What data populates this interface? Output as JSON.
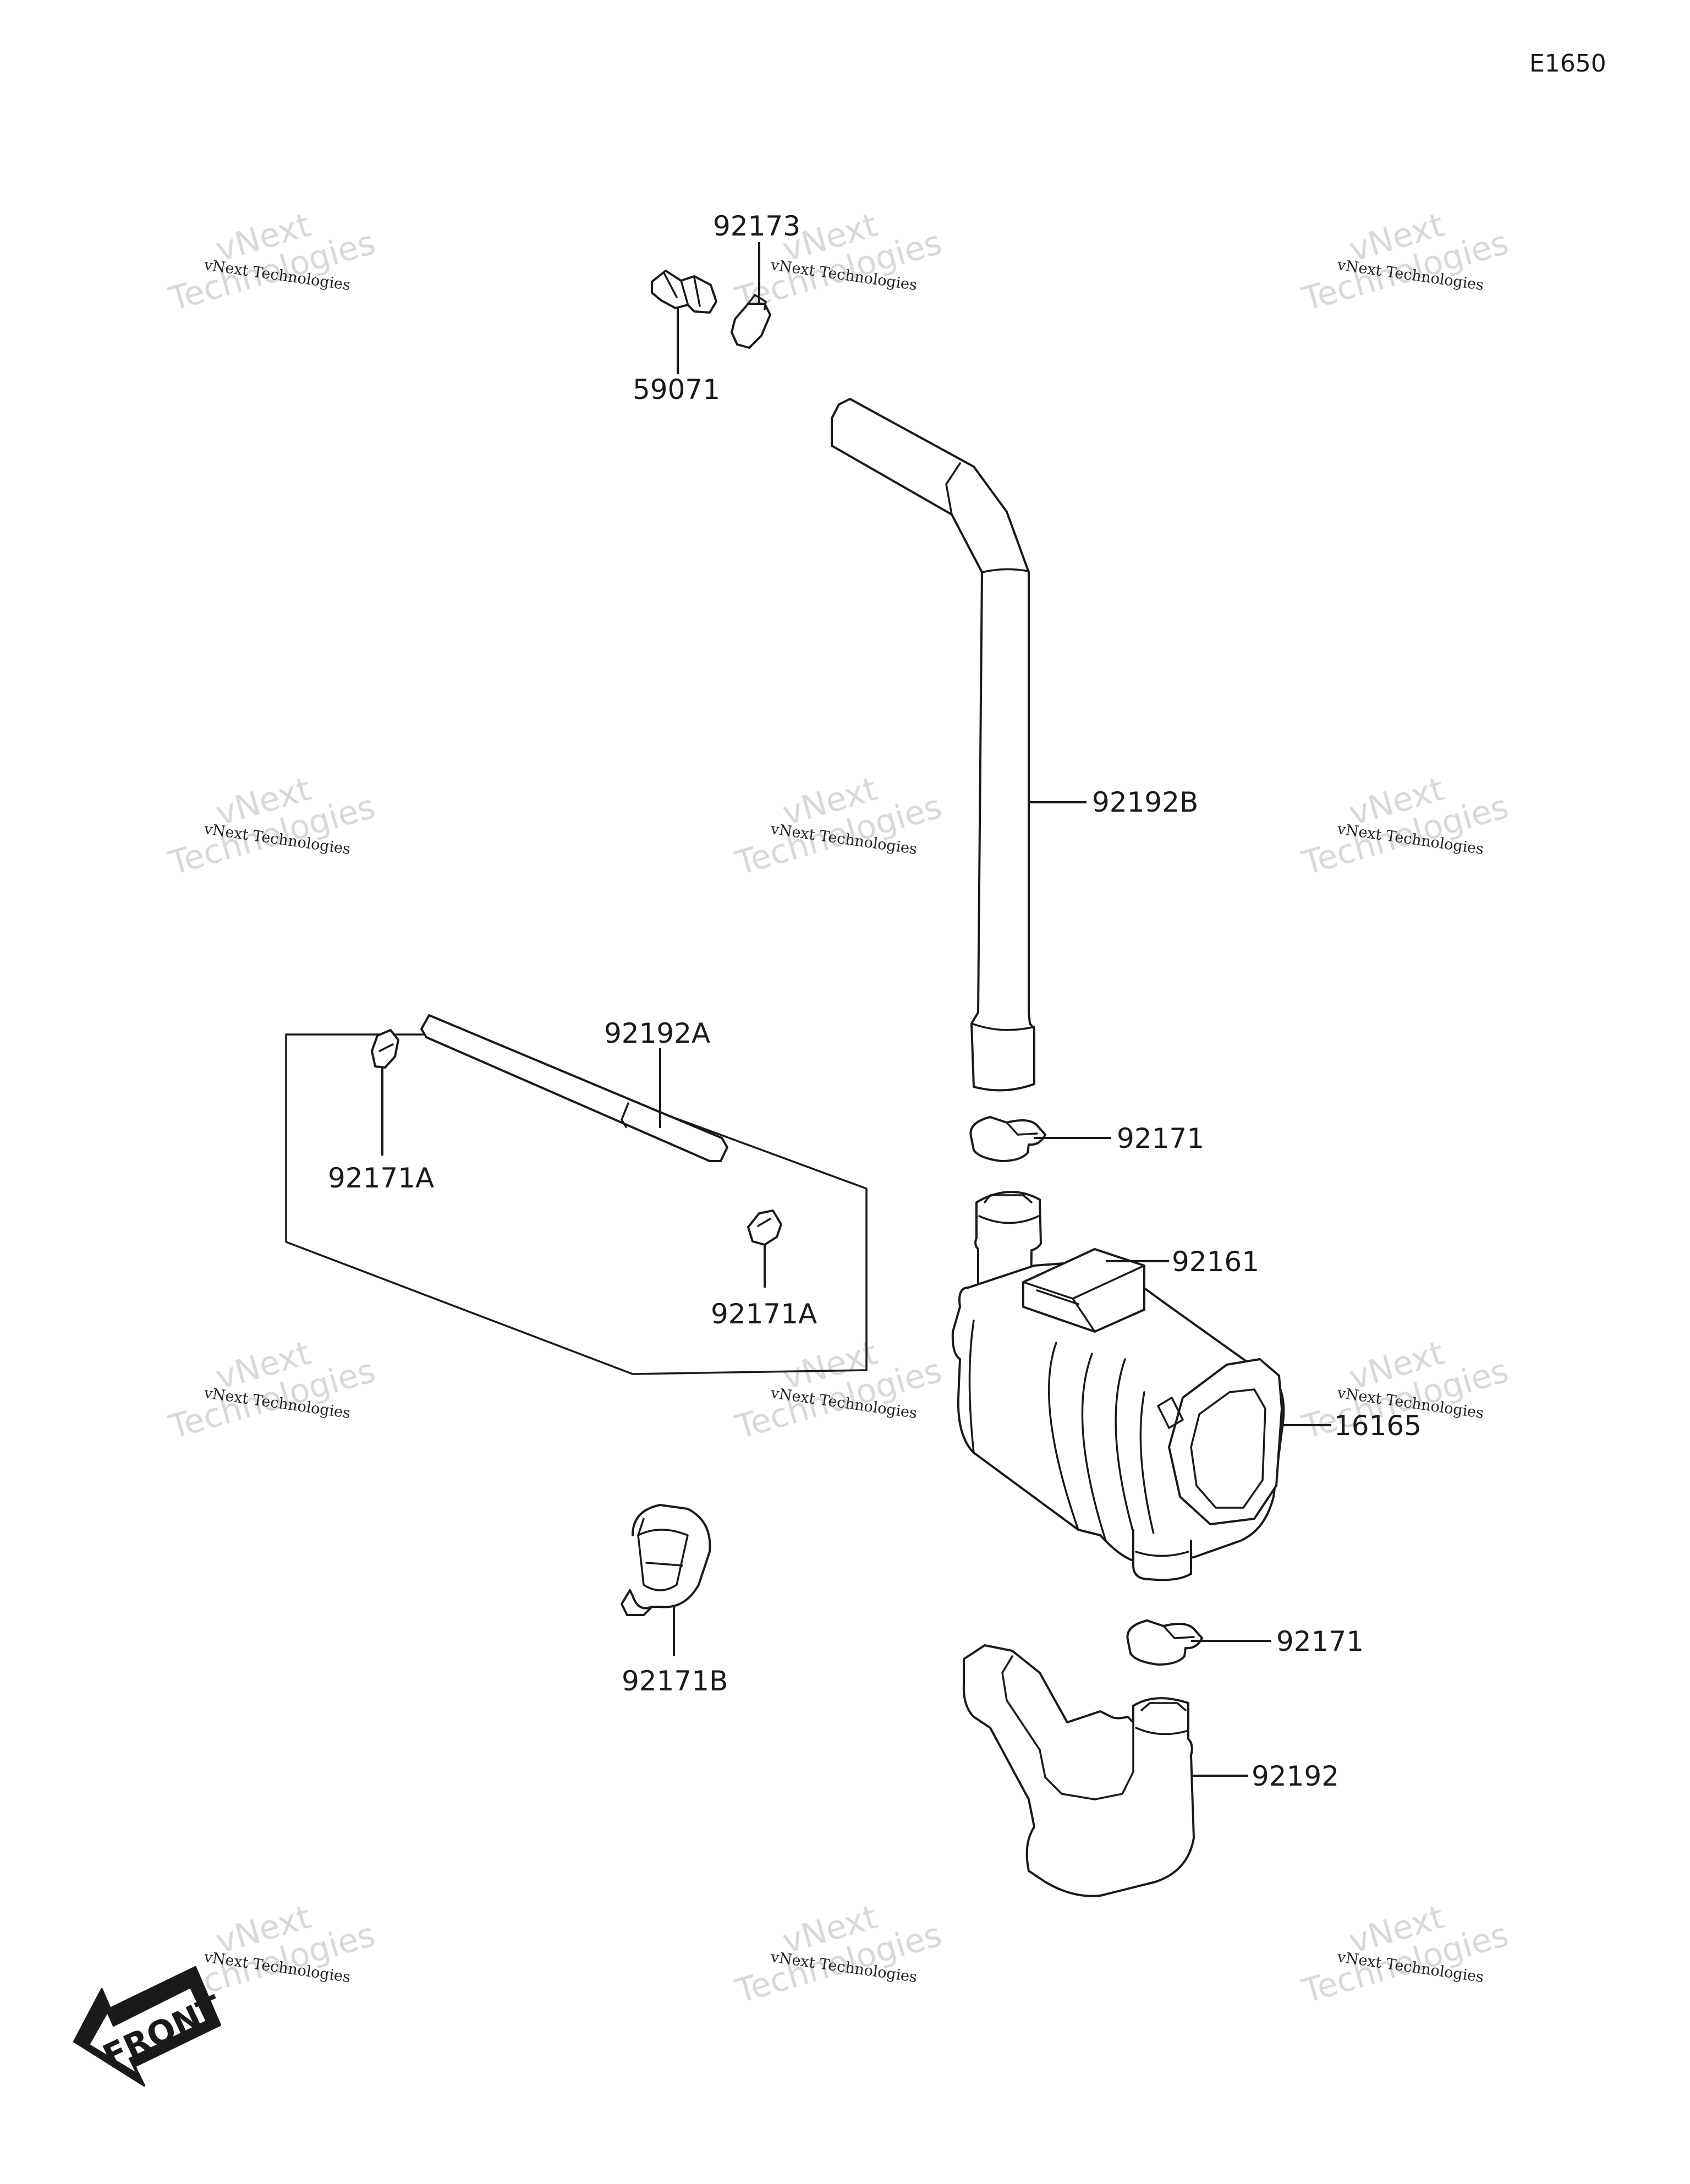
{
  "diagram": {
    "code": "E1650",
    "direction_label": "FRONT",
    "callouts": {
      "p92173": "92173",
      "p59071": "59071",
      "p92192B": "92192B",
      "p92192A": "92192A",
      "p92171A_left": "92171A",
      "p92171A_right": "92171A",
      "p92171_upper": "92171",
      "p92161": "92161",
      "p16165": "16165",
      "p92171B": "92171B",
      "p92171_lower": "92171",
      "p92192": "92192"
    }
  },
  "watermark": {
    "line_small": "vNext Technologies",
    "line_big_1": "vNext",
    "line_big_2": "Technologies"
  },
  "colors": {
    "ink": "#1a1a1a",
    "watermark": "#d9d9d9",
    "background": "#ffffff"
  }
}
